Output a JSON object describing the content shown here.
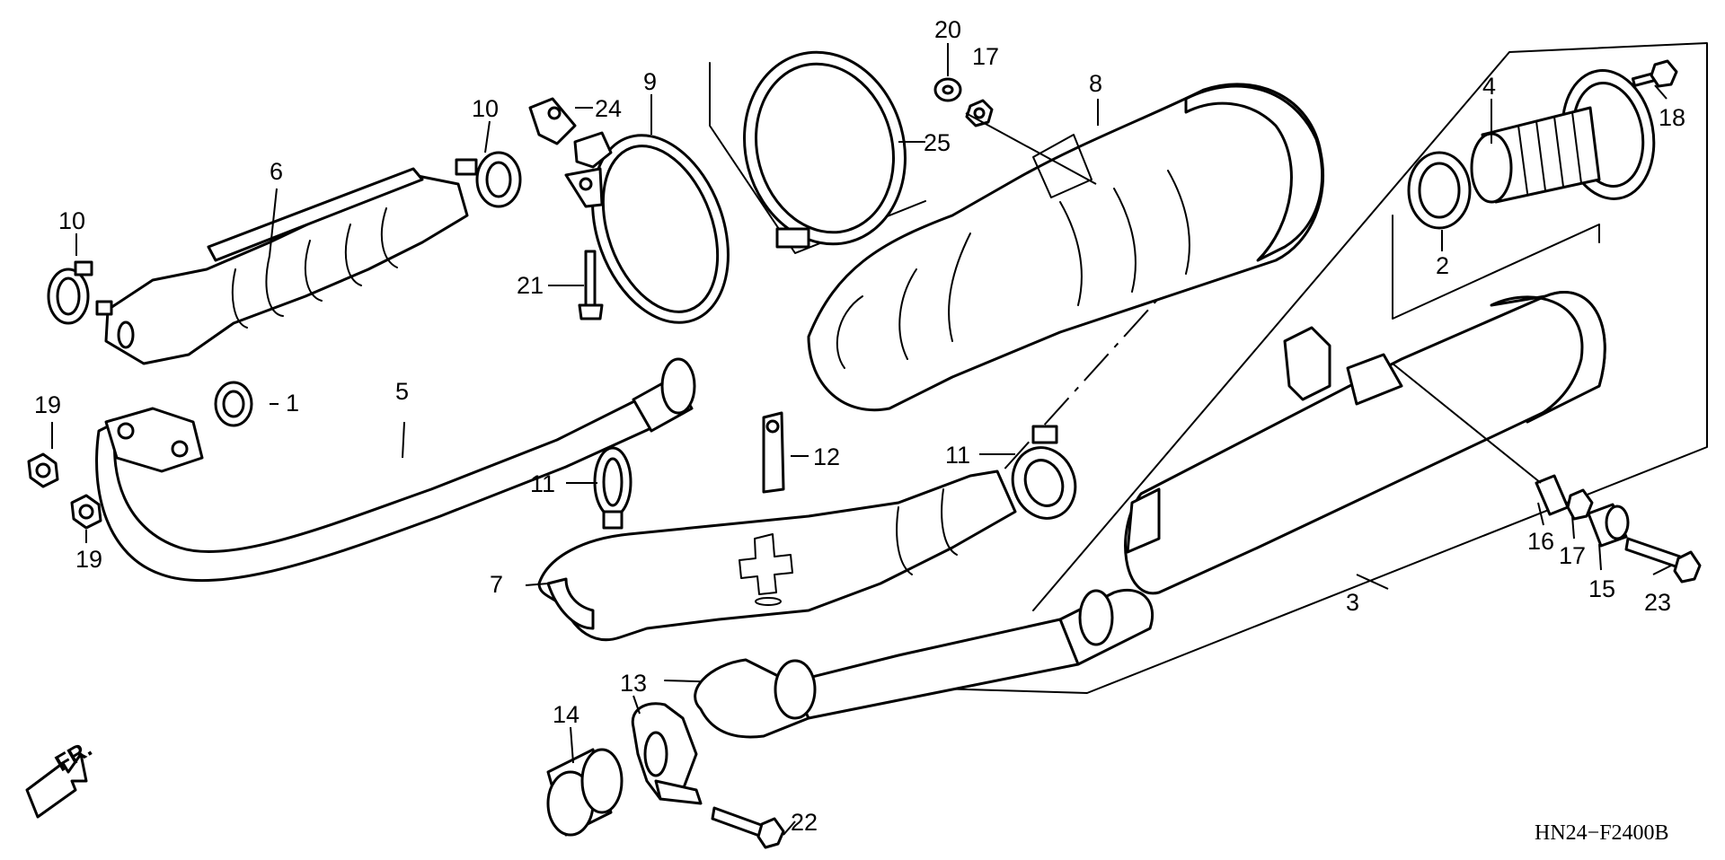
{
  "diagram": {
    "drawing_code": "HN24−F2400B",
    "front_marker": "FR.",
    "callouts": {
      "c1": "1",
      "c2": "2",
      "c3": "3",
      "c4": "4",
      "c5": "5",
      "c6": "6",
      "c7": "7",
      "c8": "8",
      "c9": "9",
      "c10a": "10",
      "c10b": "10",
      "c11a": "11",
      "c11b": "11",
      "c12": "12",
      "c13": "13",
      "c14": "14",
      "c15": "15",
      "c16": "16",
      "c17a": "17",
      "c17b": "17",
      "c18": "18",
      "c19a": "19",
      "c19b": "19",
      "c20": "20",
      "c21": "21",
      "c22": "22",
      "c23": "23",
      "c24": "24",
      "c25": "25"
    },
    "colors": {
      "line": "#000000",
      "background": "#ffffff"
    }
  }
}
